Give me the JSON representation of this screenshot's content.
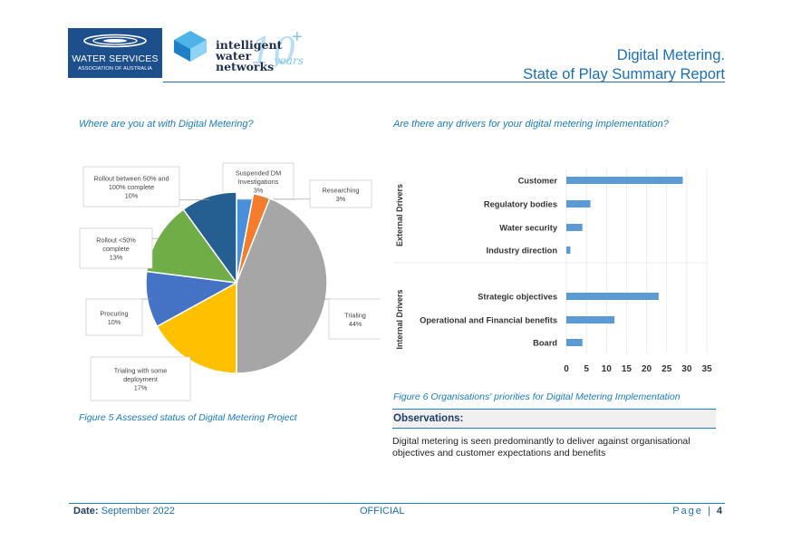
{
  "header": {
    "wsaa_name": "WATER SERVICES",
    "wsaa_sub": "ASSOCIATION OF AUSTRALIA",
    "iwn_line1": "intelligent",
    "iwn_line2": "water",
    "iwn_line3": "networks",
    "iwn_forty": "10",
    "iwn_plus": "+",
    "iwn_years": "years",
    "title_line1": "Digital Metering.",
    "title_line2": "State of Play Summary Report"
  },
  "left": {
    "question": "Where are you at with Digital Metering?",
    "caption": "Figure 5 Assessed status of Digital Metering Project"
  },
  "right": {
    "question": "Are there any drivers for your digital metering implementation?",
    "caption": "Figure 6 Organisations' priorities for Digital Metering Implementation",
    "observations_heading": "Observations:",
    "observations_text": "Digital metering is seen predominantly to deliver against organisational objectives and customer expectations and benefits"
  },
  "footer": {
    "date_label": "Date:",
    "date_value": "September 2022",
    "classification": "OFFICIAL",
    "page_label": "Page |",
    "page_number": "4"
  },
  "chart_data": [
    {
      "type": "pie",
      "slices": [
        {
          "label": [
            "Suspended DM",
            "Investigations"
          ],
          "value": 3,
          "pct": "3%",
          "color": "#4a8fd9"
        },
        {
          "label": [
            "Researching"
          ],
          "value": 3,
          "pct": "3%",
          "color": "#f47c2a"
        },
        {
          "label": [
            "Trialing"
          ],
          "value": 44,
          "pct": "44%",
          "color": "#a6a6a6"
        },
        {
          "label": [
            "Trialing with some",
            "deployment"
          ],
          "value": 17,
          "pct": "17%",
          "color": "#ffc000"
        },
        {
          "label": [
            "Procuring"
          ],
          "value": 10,
          "pct": "10%",
          "color": "#4472c4"
        },
        {
          "label": [
            "Rollout <50%",
            "complete"
          ],
          "value": 13,
          "pct": "13%",
          "color": "#70ad47"
        },
        {
          "label": [
            "Rollout between 50% and",
            "100% complete"
          ],
          "value": 10,
          "pct": "10%",
          "color": "#255e91"
        }
      ]
    },
    {
      "type": "bar",
      "orientation": "horizontal",
      "groups": [
        {
          "name": "External Drivers",
          "categories": [
            "Customer",
            "Regulatory bodies",
            "Water security",
            "Industry direction"
          ],
          "values": [
            29,
            6,
            4,
            1
          ]
        },
        {
          "name": "Internal Drivers",
          "categories": [
            "Strategic objectives",
            "Operational and Financial benefits",
            "Board"
          ],
          "values": [
            23,
            12,
            4
          ]
        }
      ],
      "xlim": [
        0,
        35
      ],
      "xticks": [
        0,
        5,
        10,
        15,
        20,
        25,
        30,
        35
      ],
      "bar_color": "#5b9bd5",
      "grid": true
    }
  ]
}
